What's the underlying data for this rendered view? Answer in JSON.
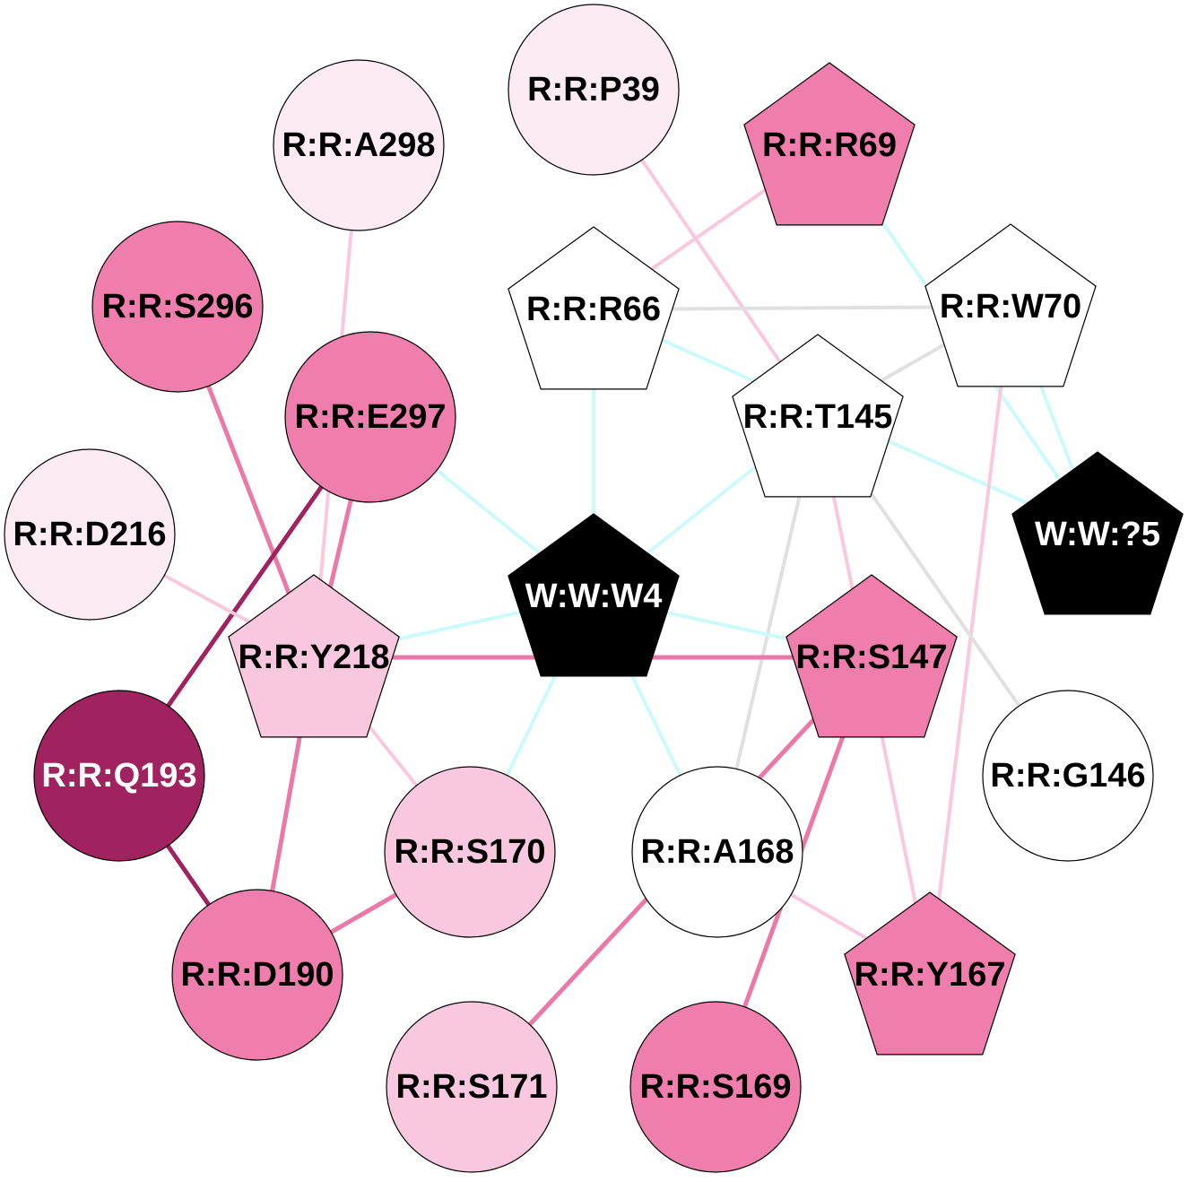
{
  "colors": {
    "white": "#ffffff",
    "very_light_pink": "#fcebf2",
    "light_pink": "#f9c8de",
    "pink": "#f07eac",
    "dark_magenta": "#a0225f",
    "black": "#000000",
    "edge_cyan": "#ccfafa",
    "edge_gray": "#e0e0e0",
    "edge_light_pink": "#f9c8de",
    "edge_pink": "#ec78a8",
    "edge_dark": "#a0225f"
  },
  "nodes": [
    {
      "id": "P39",
      "label": "R:R:P39",
      "shape": "circle",
      "fill": "very_light_pink",
      "text": "black"
    },
    {
      "id": "R69",
      "label": "R:R:R69",
      "shape": "pentagon",
      "fill": "pink",
      "text": "black"
    },
    {
      "id": "A298",
      "label": "R:R:A298",
      "shape": "circle",
      "fill": "very_light_pink",
      "text": "black"
    },
    {
      "id": "S296",
      "label": "R:R:S296",
      "shape": "circle",
      "fill": "pink",
      "text": "black"
    },
    {
      "id": "R66",
      "label": "R:R:R66",
      "shape": "pentagon",
      "fill": "white",
      "text": "black"
    },
    {
      "id": "W70",
      "label": "R:R:W70",
      "shape": "pentagon",
      "fill": "white",
      "text": "black"
    },
    {
      "id": "E297",
      "label": "R:R:E297",
      "shape": "circle",
      "fill": "pink",
      "text": "black"
    },
    {
      "id": "T145",
      "label": "R:R:T145",
      "shape": "pentagon",
      "fill": "white",
      "text": "black"
    },
    {
      "id": "W5",
      "label": "W:W:?5",
      "shape": "pentagon",
      "fill": "black",
      "text": "white"
    },
    {
      "id": "D216",
      "label": "R:R:D216",
      "shape": "circle",
      "fill": "very_light_pink",
      "text": "black"
    },
    {
      "id": "W4",
      "label": "W:W:W4",
      "shape": "pentagon",
      "fill": "black",
      "text": "white"
    },
    {
      "id": "Y218",
      "label": "R:R:Y218",
      "shape": "pentagon",
      "fill": "light_pink",
      "text": "black"
    },
    {
      "id": "S147",
      "label": "R:R:S147",
      "shape": "pentagon",
      "fill": "pink",
      "text": "black"
    },
    {
      "id": "Q193",
      "label": "R:R:Q193",
      "shape": "circle",
      "fill": "dark_magenta",
      "text": "white"
    },
    {
      "id": "G146",
      "label": "R:R:G146",
      "shape": "circle",
      "fill": "white",
      "text": "black"
    },
    {
      "id": "S170",
      "label": "R:R:S170",
      "shape": "circle",
      "fill": "light_pink",
      "text": "black"
    },
    {
      "id": "A168",
      "label": "R:R:A168",
      "shape": "circle",
      "fill": "white",
      "text": "black"
    },
    {
      "id": "D190",
      "label": "R:R:D190",
      "shape": "circle",
      "fill": "pink",
      "text": "black"
    },
    {
      "id": "Y167",
      "label": "R:R:Y167",
      "shape": "pentagon",
      "fill": "pink",
      "text": "black"
    },
    {
      "id": "S171",
      "label": "R:R:S171",
      "shape": "circle",
      "fill": "light_pink",
      "text": "black"
    },
    {
      "id": "S169",
      "label": "R:R:S169",
      "shape": "circle",
      "fill": "pink",
      "text": "black"
    }
  ],
  "edges": [
    {
      "source": "A298",
      "target": "Y218",
      "color": "edge_light_pink"
    },
    {
      "source": "P39",
      "target": "T145",
      "color": "edge_light_pink"
    },
    {
      "source": "R69",
      "target": "R66",
      "color": "edge_light_pink"
    },
    {
      "source": "R69",
      "target": "W5",
      "color": "edge_cyan"
    },
    {
      "source": "S296",
      "target": "Y218",
      "color": "edge_pink"
    },
    {
      "source": "E297",
      "target": "Q193",
      "color": "edge_dark"
    },
    {
      "source": "E297",
      "target": "Y218",
      "color": "edge_pink"
    },
    {
      "source": "E297",
      "target": "W4",
      "color": "edge_cyan"
    },
    {
      "source": "R66",
      "target": "W70",
      "color": "edge_gray"
    },
    {
      "source": "R66",
      "target": "W5",
      "color": "edge_cyan"
    },
    {
      "source": "R66",
      "target": "W4",
      "color": "edge_cyan"
    },
    {
      "source": "W70",
      "target": "T145",
      "color": "edge_gray"
    },
    {
      "source": "W70",
      "target": "W5",
      "color": "edge_cyan"
    },
    {
      "source": "W70",
      "target": "Y167",
      "color": "edge_light_pink"
    },
    {
      "source": "T145",
      "target": "W4",
      "color": "edge_cyan"
    },
    {
      "source": "T145",
      "target": "A168",
      "color": "edge_gray"
    },
    {
      "source": "T145",
      "target": "G146",
      "color": "edge_gray"
    },
    {
      "source": "T145",
      "target": "Y167",
      "color": "edge_light_pink"
    },
    {
      "source": "D216",
      "target": "Y218",
      "color": "edge_light_pink"
    },
    {
      "source": "Y218",
      "target": "W4",
      "color": "edge_cyan"
    },
    {
      "source": "Y218",
      "target": "S147",
      "color": "edge_pink"
    },
    {
      "source": "Y218",
      "target": "D190",
      "color": "edge_pink"
    },
    {
      "source": "Y218",
      "target": "S170",
      "color": "edge_light_pink"
    },
    {
      "source": "W4",
      "target": "S147",
      "color": "edge_cyan"
    },
    {
      "source": "W4",
      "target": "S170",
      "color": "edge_cyan"
    },
    {
      "source": "W4",
      "target": "A168",
      "color": "edge_cyan"
    },
    {
      "source": "S147",
      "target": "S171",
      "color": "edge_pink"
    },
    {
      "source": "S147",
      "target": "S169",
      "color": "edge_pink"
    },
    {
      "source": "Q193",
      "target": "D190",
      "color": "edge_dark"
    },
    {
      "source": "S170",
      "target": "D190",
      "color": "edge_pink"
    },
    {
      "source": "A168",
      "target": "Y167",
      "color": "edge_light_pink"
    }
  ]
}
